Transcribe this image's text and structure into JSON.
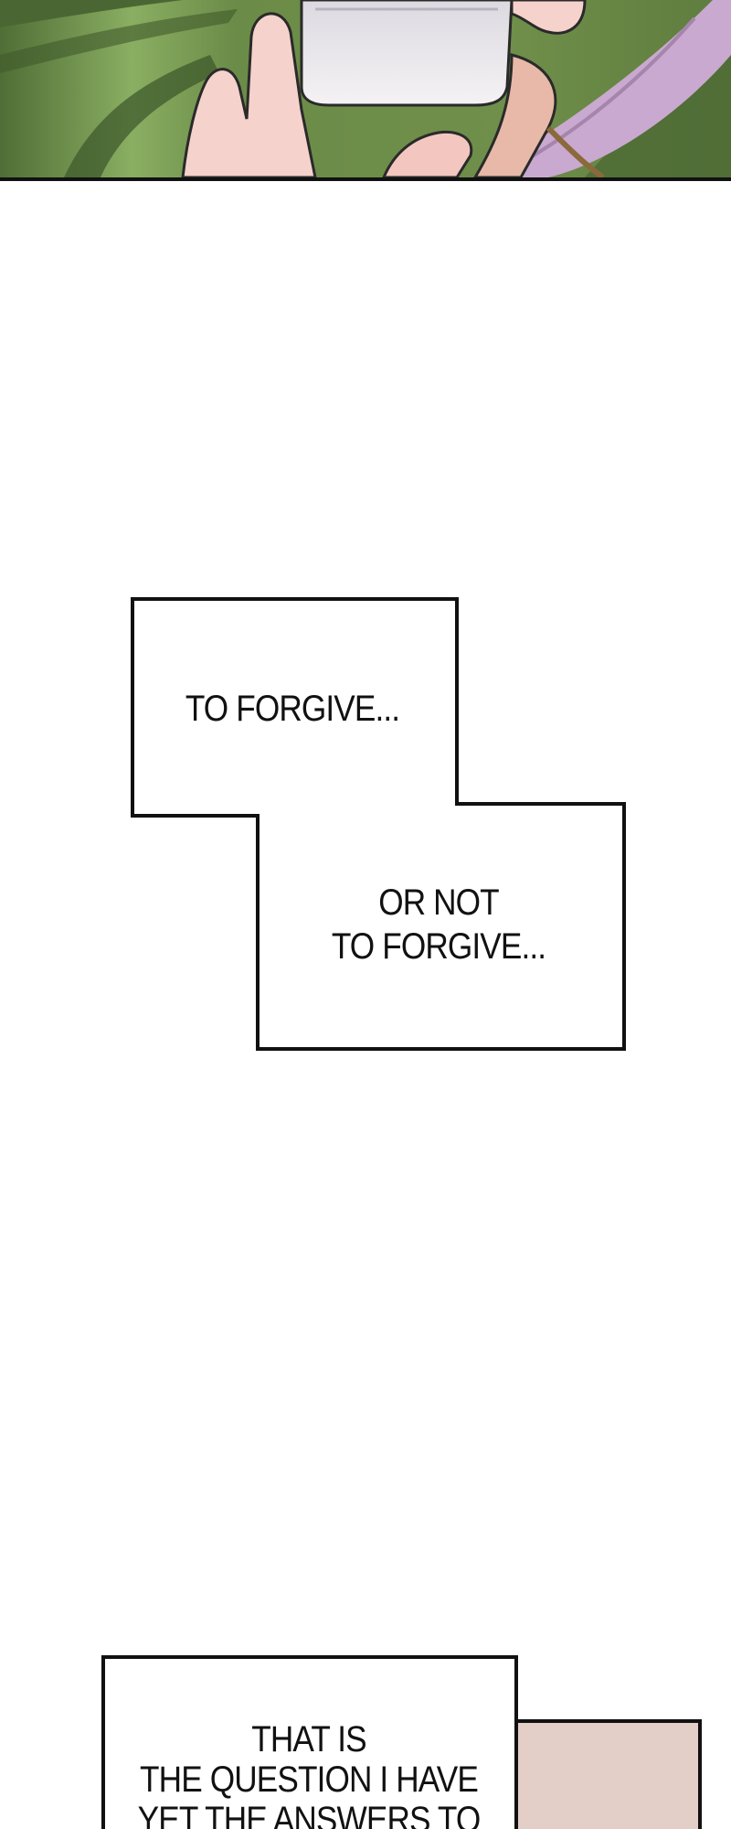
{
  "panels": {
    "top_panel": {
      "art": "comic-panel-hands-holding-cup"
    },
    "caption_box_1": {
      "line_1": "TO FORGIVE...",
      "line_2": "OR NOT",
      "line_3": "TO FORGIVE..."
    },
    "caption_box_2": {
      "line_1": "THAT IS",
      "line_2": "THE QUESTION I HAVE",
      "line_3": "YET THE ANSWERS TO"
    }
  },
  "colors": {
    "panel_border": "#111111",
    "background": "#ffffff",
    "grass_green": "#6f8f4a",
    "hair_lavender": "#c9a9cf",
    "skin": "#f3c7bf",
    "beige_panel": "#e3cfc7"
  }
}
